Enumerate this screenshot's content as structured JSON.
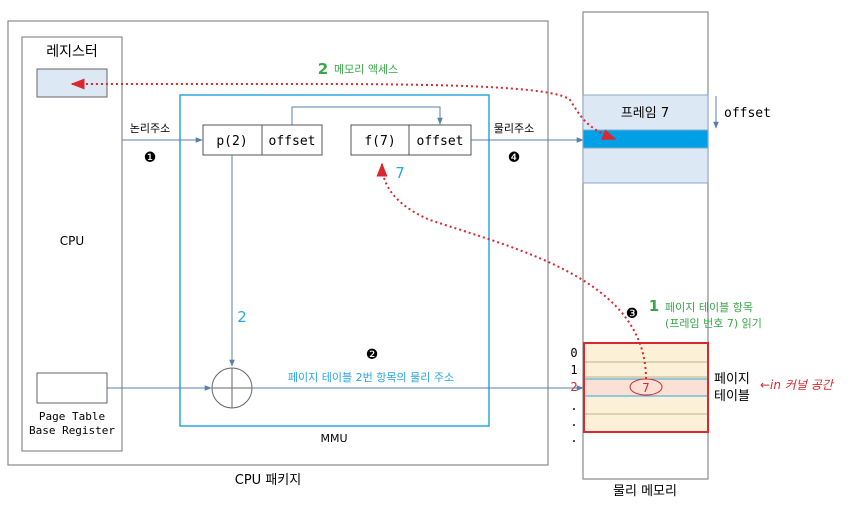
{
  "cpu_package": {
    "label": "CPU 패키지"
  },
  "register": {
    "title": "레지스터"
  },
  "cpu": {
    "label": "CPU"
  },
  "ptbr": {
    "line1": "Page Table",
    "line2": "Base Register"
  },
  "mmu": {
    "label": "MMU"
  },
  "logical_address": {
    "page": "p(2)",
    "offset": "offset"
  },
  "physical_address": {
    "frame": "f(7)",
    "offset": "offset"
  },
  "labels": {
    "logical": "논리주소",
    "physical": "물리주소",
    "frame_number": "7",
    "page_number": "2",
    "page_entry_address": "페이지 테이블 2번 항목의 물리 주소"
  },
  "steps": {
    "s1": "❶",
    "s2": "❷",
    "s3": "❸",
    "s4": "❹",
    "mem_access_num": "2",
    "mem_access_text": "메모리 액세스",
    "read_num": "1",
    "read_line1": "페이지 테이블 항목",
    "read_line2": "(프레임 번호 7) 읽기"
  },
  "memory": {
    "label": "물리 메모리",
    "frame_label": "프레임 7",
    "offset_label": "offset"
  },
  "page_table": {
    "index_0": "0",
    "index_1": "1",
    "index_2": "2",
    "dots": ".",
    "entry_value": "7",
    "label_line1": "페이지",
    "label_line2": "테이블",
    "annotation": "←in 커널 공간"
  },
  "colors": {
    "blue_box": "#2aa7e0",
    "frame_fill": "#dde8f5",
    "highlight": "#00a0e6",
    "page_table_border": "#d9282f",
    "page_table_fill": "#fdf0d9",
    "entry_fill": "#fbe0d6",
    "dotted_arrow": "#d9282f",
    "green_text": "#3aa64a",
    "blue_text": "#2aa7e0"
  }
}
